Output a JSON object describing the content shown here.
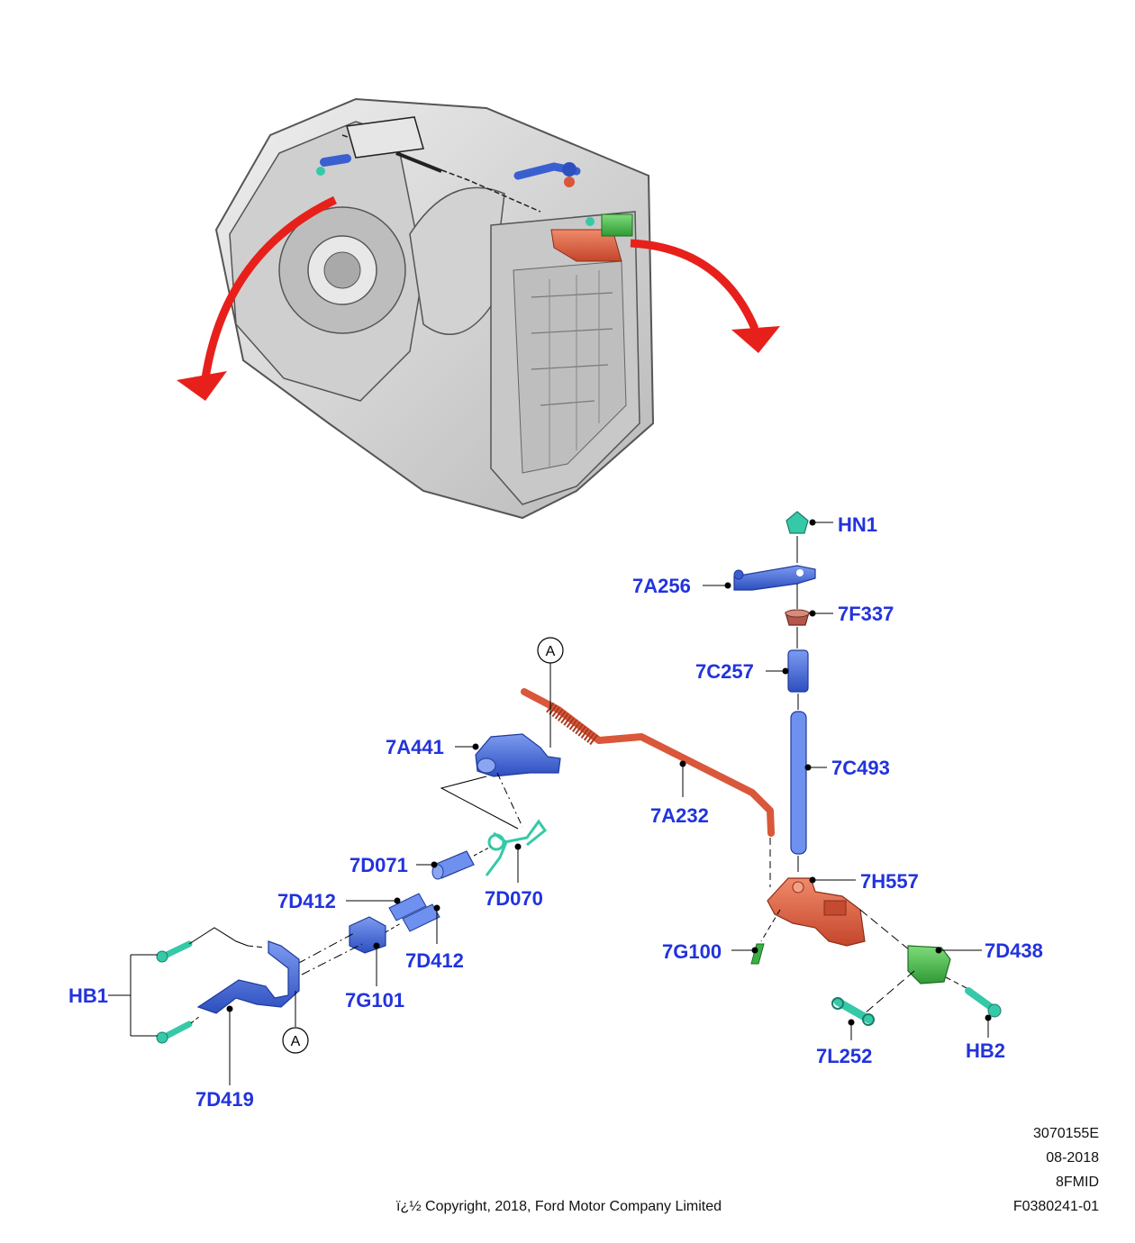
{
  "labels": {
    "hn1": "HN1",
    "a7a256": "7A256",
    "a7f337": "7F337",
    "a7c257": "7C257",
    "a7c493": "7C493",
    "a7h557": "7H557",
    "a7d438": "7D438",
    "hb2": "HB2",
    "a7l252": "7L252",
    "a7g100": "7G100",
    "a7a232": "7A232",
    "a7a441": "7A441",
    "a7d071": "7D071",
    "a7d070": "7D070",
    "a7d412_top": "7D412",
    "a7d412_bottom": "7D412",
    "a7g101": "7G101",
    "hb1": "HB1",
    "a7d419": "7D419",
    "ref_a_top": "A",
    "ref_a_bottom": "A"
  },
  "footer": {
    "code": "3070155E",
    "date": "08-2018",
    "model": "8FMID",
    "figure": "F0380241-01",
    "copyright": "ï¿½ Copyright, 2018, Ford Motor Company Limited"
  },
  "colors": {
    "label": "#2233dd",
    "blue_part": "#3a5fd0",
    "orange_part": "#d9573a",
    "green_part": "#3cb043",
    "teal_part": "#35c9a8",
    "housing": "#d6d6d6",
    "arrow": "#e8201b"
  }
}
